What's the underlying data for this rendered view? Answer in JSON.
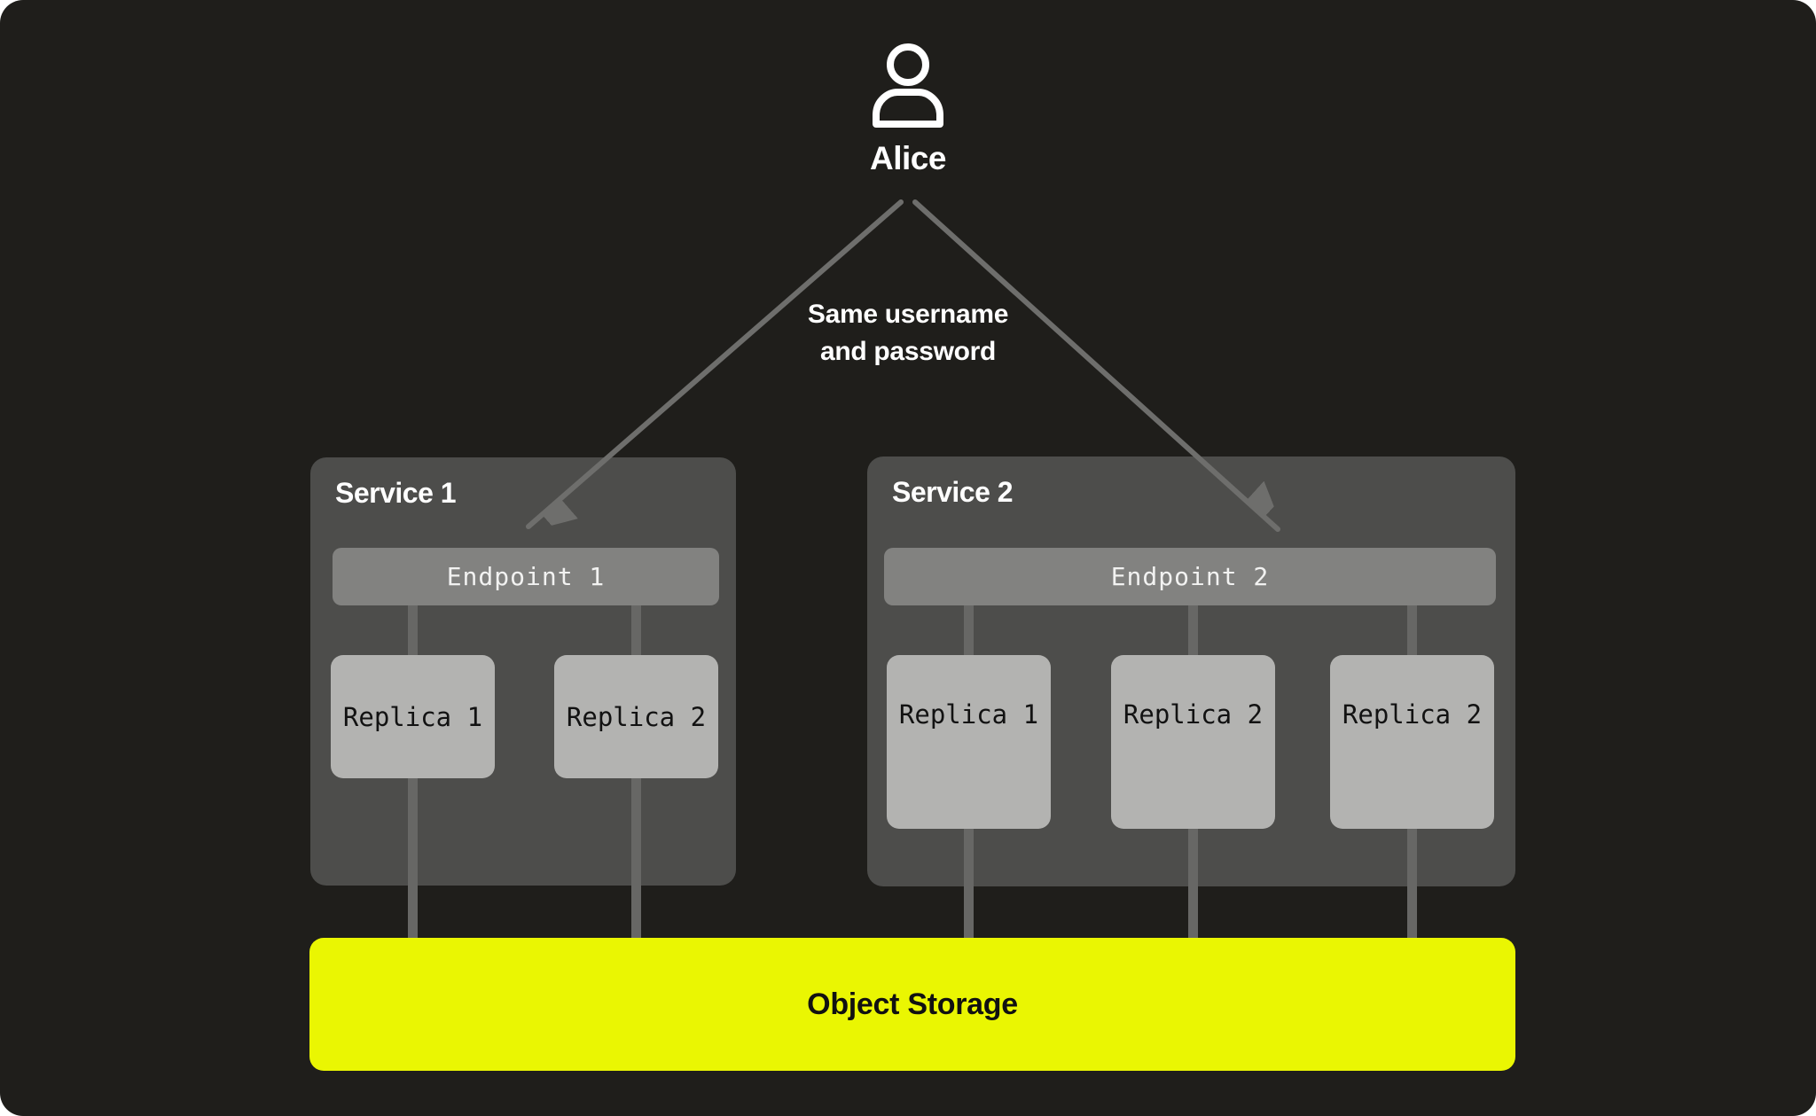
{
  "user": {
    "name": "Alice"
  },
  "auth_note": {
    "line1": "Same username",
    "line2": "and password"
  },
  "services": [
    {
      "title": "Service 1",
      "endpoint": "Endpoint 1",
      "replicas": [
        "Replica 1",
        "Replica 2"
      ]
    },
    {
      "title": "Service 2",
      "endpoint": "Endpoint 2",
      "replicas": [
        "Replica 1",
        "Replica 2",
        "Replica 2"
      ]
    }
  ],
  "storage": {
    "label": "Object Storage"
  },
  "colors": {
    "background": "#1f1e1b",
    "service_box": "#4d4d4b",
    "endpoint_bar": "#828280",
    "replica_box": "#b3b3b1",
    "connector_line": "#676765",
    "arrow": "#6e6e6c",
    "storage_accent": "#eaf602",
    "text_light": "#ffffff",
    "text_dark": "#111111"
  }
}
